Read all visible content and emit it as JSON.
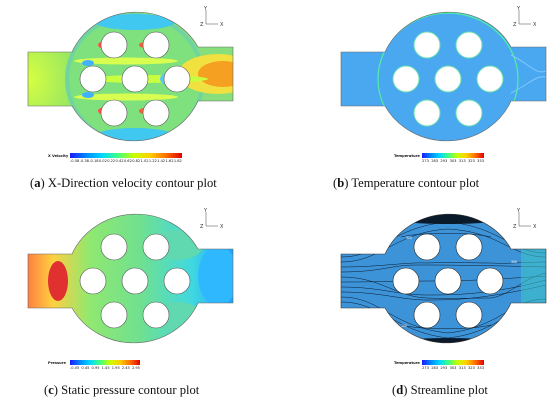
{
  "panels": [
    {
      "id": "a",
      "letter": "a",
      "caption": "X-Direction velocity contour plot",
      "colorbar_title": "X Velocity",
      "colorbar_ticks": [
        "-0.58",
        "-0.38",
        "-0.18",
        "0.02",
        "0.22",
        "0.42",
        "0.62",
        "0.82",
        "1.02",
        "1.22",
        "1.42",
        "1.62",
        "1.82"
      ]
    },
    {
      "id": "b",
      "letter": "b",
      "caption": "Temperature contour plot",
      "colorbar_title": "Temperature",
      "colorbar_ticks": [
        "273",
        "283",
        "293",
        "303",
        "313",
        "323",
        "333"
      ]
    },
    {
      "id": "c",
      "letter": "c",
      "caption": "Static pressure contour plot",
      "colorbar_title": "Pressure",
      "colorbar_ticks": [
        "-0.05",
        "0.45",
        "0.95",
        "1.45",
        "1.95",
        "2.45",
        "2.95"
      ]
    },
    {
      "id": "d",
      "letter": "d",
      "caption": "Streamline plot",
      "colorbar_title": "Temperature",
      "colorbar_ticks": [
        "273",
        "283",
        "293",
        "303",
        "313",
        "323",
        "333"
      ]
    }
  ],
  "axis_labels": {
    "y": "Y",
    "x": "X",
    "z": "Z"
  },
  "streamline_labels": [
    "300",
    "300",
    "300",
    "300"
  ],
  "colors": {
    "temperature_field": "#4aa8f0",
    "inlet_cold": "#1e6fd0",
    "velocity_base": "#8ee07a",
    "pressure_base": "#7ee08c",
    "outline": "#333333"
  }
}
